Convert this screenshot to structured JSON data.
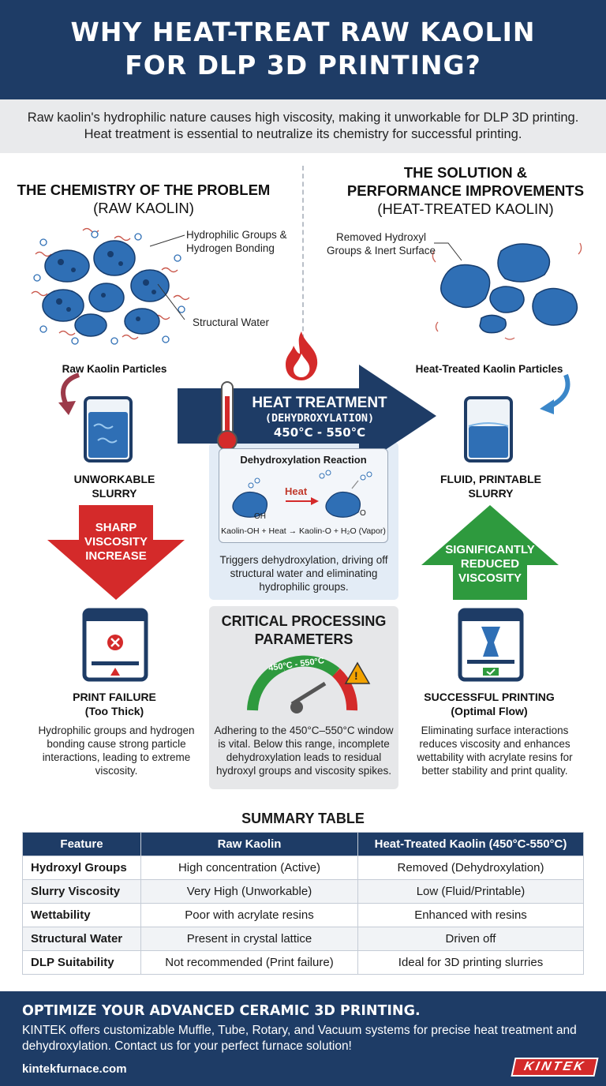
{
  "header": {
    "title_line1": "WHY HEAT-TREAT RAW KAOLIN",
    "title_line2": "FOR DLP 3D PRINTING?"
  },
  "intro": {
    "text": "Raw kaolin's hydrophilic nature causes high viscosity, making it unworkable for DLP 3D printing. Heat treatment is essential to neutralize its chemistry for successful printing."
  },
  "problem": {
    "title": "THE CHEMISTRY OF THE PROBLEM",
    "subtitle": "(RAW KAOLIN)",
    "callout_groups": "Hydrophilic Groups & Hydrogen Bonding",
    "callout_water": "Structural Water",
    "particles_label": "Raw Kaolin Particles",
    "slurry_label_1": "UNWORKABLE",
    "slurry_label_2": "SLURRY",
    "arrow_1": "SHARP",
    "arrow_2": "VISCOSITY",
    "arrow_3": "INCREASE",
    "result_title": "PRINT FAILURE",
    "result_sub": "(Too Thick)",
    "description": "Hydrophilic groups and hydrogen bonding cause strong particle interactions, leading to extreme viscosity."
  },
  "solution": {
    "title_1": "THE SOLUTION &",
    "title_2": "PERFORMANCE IMPROVEMENTS",
    "subtitle": "(HEAT-TREATED KAOLIN)",
    "callout_removed": "Removed Hydroxyl Groups & Inert Surface",
    "particles_label": "Heat-Treated Kaolin Particles",
    "slurry_label_1": "FLUID, PRINTABLE",
    "slurry_label_2": "SLURRY",
    "arrow_1": "SIGNIFICANTLY",
    "arrow_2": "REDUCED",
    "arrow_3": "VISCOSITY",
    "result_title": "SUCCESSFUL PRINTING",
    "result_sub": "(Optimal Flow)",
    "description": "Eliminating surface interactions reduces viscosity and enhances wettability with acrylate resins for better stability and print quality."
  },
  "heat": {
    "line1": "HEAT TREATMENT",
    "line2": "(DEHYDROXYLATION)",
    "line3": "450°C - 550°C"
  },
  "reaction": {
    "title": "Dehydroxylation Reaction",
    "heat_label": "Heat",
    "oh_label": "OH",
    "o_label": "O",
    "equation": "Kaolin-OH + Heat → Kaolin-O + H₂O (Vapor)",
    "description": "Triggers dehydroxylation, driving off structural water and eliminating hydrophilic groups."
  },
  "parameters": {
    "title_1": "CRITICAL PROCESSING",
    "title_2": "PARAMETERS",
    "gauge_label": "450°C - 550°C",
    "warning_symbol": "!",
    "description": "Adhering to the 450°C–550°C window is vital. Below this range, incomplete dehydroxylation leads to residual hydroxyl groups and viscosity spikes."
  },
  "table": {
    "title": "SUMMARY TABLE",
    "headers": [
      "Feature",
      "Raw Kaolin",
      "Heat-Treated Kaolin (450°C-550°C)"
    ],
    "rows": [
      [
        "Hydroxyl Groups",
        "High concentration (Active)",
        "Removed (Dehydroxylation)"
      ],
      [
        "Slurry Viscosity",
        "Very High (Unworkable)",
        "Low (Fluid/Printable)"
      ],
      [
        "Wettability",
        "Poor with acrylate resins",
        "Enhanced with resins"
      ],
      [
        "Structural Water",
        "Present in crystal lattice",
        "Driven off"
      ],
      [
        "DLP Suitability",
        "Not recommended (Print failure)",
        "Ideal for 3D printing slurries"
      ]
    ]
  },
  "footer": {
    "headline": "OPTIMIZE YOUR ADVANCED CERAMIC 3D PRINTING.",
    "body": "KINTEK offers customizable Muffle, Tube, Rotary, and Vacuum systems for precise heat treatment and dehydroxylation. Contact us for your perfect furnace solution!",
    "website": "kintekfurnace.com",
    "logo_text": "KINTEK"
  },
  "colors": {
    "navy": "#1e3c66",
    "red_arrow": "#d42a2a",
    "green_arrow": "#2e9a3e",
    "particle_blue": "#2f6fb5",
    "panel_blue": "#e3ecf6"
  },
  "icons": [
    "fire-icon",
    "thermometer-icon",
    "beaker-icon",
    "printer-icon",
    "warning-icon",
    "check-icon",
    "error-icon",
    "gauge-icon"
  ]
}
